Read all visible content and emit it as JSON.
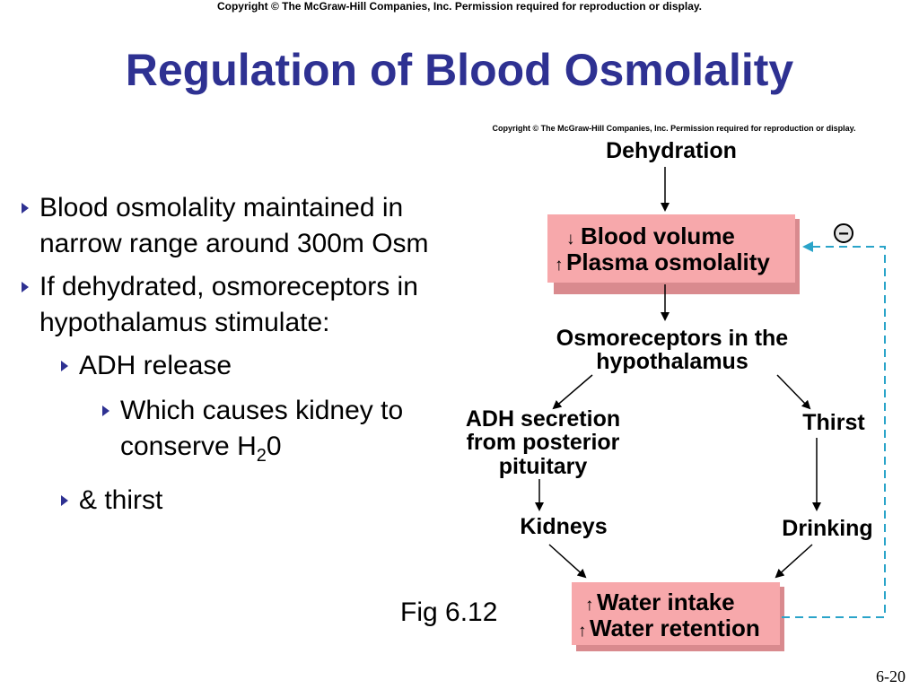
{
  "header": {
    "copyright": "Copyright © The McGraw-Hill Companies, Inc. Permission required for reproduction or display."
  },
  "title": "Regulation of Blood Osmolality",
  "bullets": [
    {
      "level": 1,
      "text": "Blood osmolality maintained in narrow range around 300m Osm"
    },
    {
      "level": 1,
      "text": "If dehydrated, osmoreceptors in hypothalamus stimulate:"
    },
    {
      "level": 2,
      "text": "ADH release"
    },
    {
      "level": 3,
      "text_main": "Which causes kidney to conserve H",
      "text_sub": "2",
      "text_end": "0"
    },
    {
      "level": 2,
      "text": "& thirst"
    }
  ],
  "diagram": {
    "copyright": "Copyright © The McGraw-Hill Companies, Inc. Permission required for reproduction or display.",
    "dehydration": "Dehydration",
    "top_box": {
      "line1": "Blood volume",
      "line1_arrow": "↓",
      "line2": "Plasma osmolality",
      "line2_arrow": "↑"
    },
    "osmoreceptors": {
      "line1": "Osmoreceptors in the",
      "line2": "hypothalamus"
    },
    "adh": {
      "line1": "ADH secretion",
      "line2": "from posterior",
      "line3": "pituitary"
    },
    "thirst": "Thirst",
    "kidneys": "Kidneys",
    "drinking": "Drinking",
    "bottom_box": {
      "line1": "Water intake",
      "line1_arrow": "↑",
      "line2": "Water retention",
      "line2_arrow": "↑"
    },
    "minus_symbol": "−",
    "colors": {
      "box_fill": "#f7a8ab",
      "box_shadow": "#d98a8e",
      "feedback": "#2aa4c9",
      "text": "#000000"
    }
  },
  "caption": "Fig 6.12",
  "slide_number": "6-20"
}
